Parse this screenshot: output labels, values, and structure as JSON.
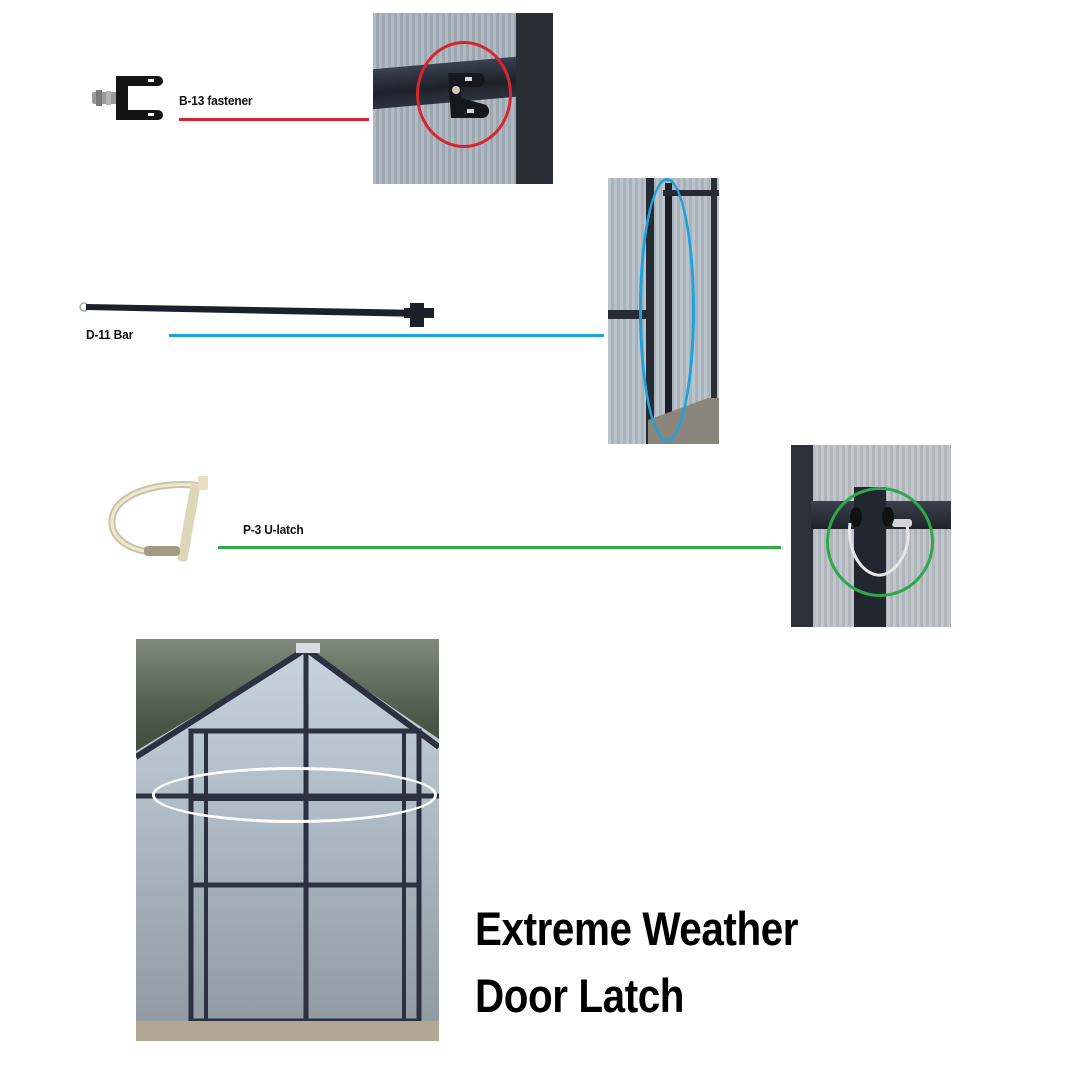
{
  "parts": [
    {
      "id": "B-13",
      "label": "B-13 fastener",
      "line_color": "#d62631"
    },
    {
      "id": "D-11",
      "label": "D-11 Bar",
      "line_color": "#1ea2dc"
    },
    {
      "id": "P-3",
      "label": "P-3 U-latch",
      "line_color": "#2ea84a"
    }
  ],
  "highlight_colors": {
    "fastener_circle": "#d62631",
    "bar_ellipse": "#1ea2dc",
    "latch_circle": "#2ea84a",
    "greenhouse_ellipse": "#ffffff"
  },
  "title": {
    "line1": "Extreme Weather",
    "line2": "Door Latch"
  }
}
